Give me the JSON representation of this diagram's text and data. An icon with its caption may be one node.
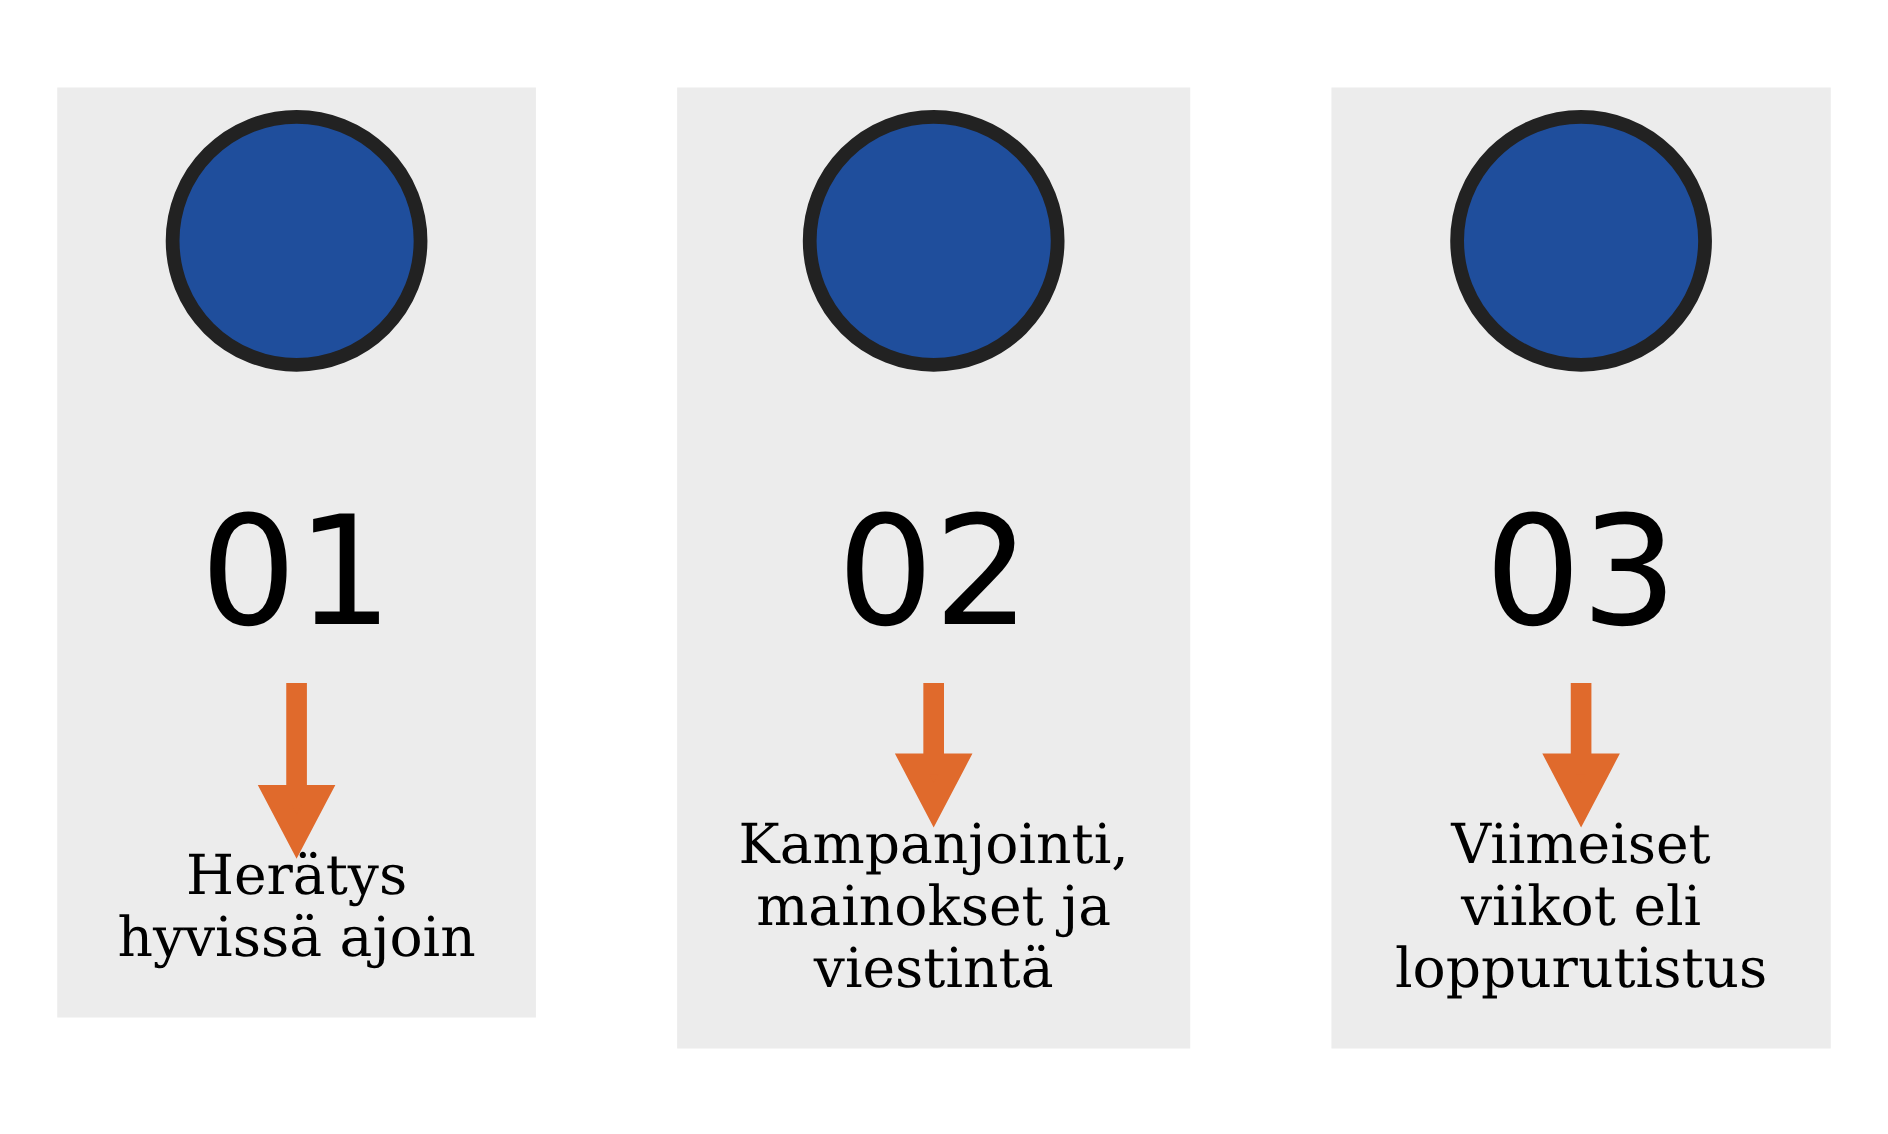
{
  "diagram": {
    "nodes": [
      {
        "text": [],
        "shape": "box"
      },
      {
        "text": [],
        "shape": "circle",
        "in": 0
      },
      {
        "text": [
          "01"
        ],
        "in": 0
      },
      {
        "text": [
          "Herätys hyvissä ajoin"
        ],
        "in": 0
      },
      {
        "text": [],
        "shape": "box"
      },
      {
        "text": [],
        "shape": "circle",
        "in": 4
      },
      {
        "text": [
          "02"
        ],
        "in": 4
      },
      {
        "text": [
          "Kampanjointi, mainokset ja viestintä"
        ],
        "in": 4
      },
      {
        "text": [],
        "shape": "box"
      },
      {
        "text": [],
        "shape": "circle",
        "in": 8
      },
      {
        "text": [
          "03"
        ],
        "in": 8
      },
      {
        "text": [
          "Viimeiset viikot eli loppurutistus"
        ],
        "in": 8
      }
    ],
    "edges": [
      {
        "from": 2,
        "to": 3,
        "arrow": "to"
      },
      {
        "from": 6,
        "to": 7,
        "arrow": "to"
      },
      {
        "from": 10,
        "to": 11,
        "arrow": "to"
      }
    ]
  }
}
